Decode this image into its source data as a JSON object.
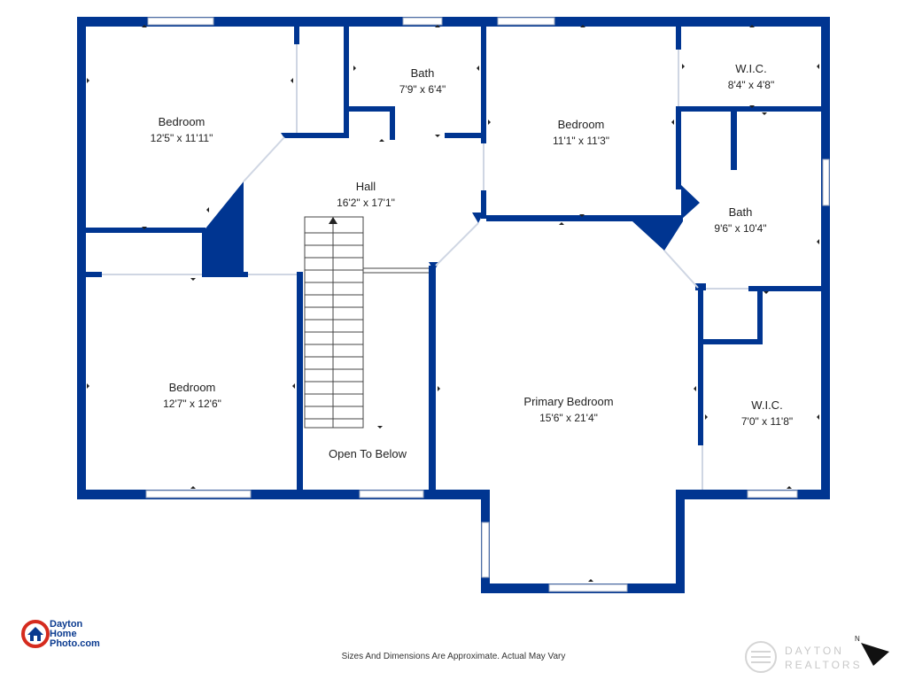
{
  "colors": {
    "wall": "#003591",
    "window": "#cfd6e3",
    "text": "#222222",
    "bg": "#ffffff"
  },
  "rooms": {
    "bedroom_nw": {
      "name": "Bedroom",
      "dims": "12'5\" x 11'11\""
    },
    "bath_top": {
      "name": "Bath",
      "dims": "7'9\" x 6'4\""
    },
    "bedroom_ne": {
      "name": "Bedroom",
      "dims": "11'1\" x 11'3\""
    },
    "wic_ne": {
      "name": "W.I.C.",
      "dims": "8'4\" x 4'8\""
    },
    "hall": {
      "name": "Hall",
      "dims": "16'2\" x 17'1\""
    },
    "bath_right": {
      "name": "Bath",
      "dims": "9'6\" x 10'4\""
    },
    "bedroom_sw": {
      "name": "Bedroom",
      "dims": "12'7\" x 12'6\""
    },
    "primary_bedroom": {
      "name": "Primary Bedroom",
      "dims": "15'6\" x 21'4\""
    },
    "wic_se": {
      "name": "W.I.C.",
      "dims": "7'0\" x 11'8\""
    },
    "open_below": {
      "name": "Open To Below"
    }
  },
  "footnote": "Sizes And Dimensions Are Approximate. Actual May Vary",
  "logo": {
    "line1": "Dayton",
    "line2": "Home",
    "line3": "Photo.com",
    "icon": "house-icon"
  },
  "watermark": {
    "line1": "DAYTON",
    "line2": "REALTORS",
    "icon": "realtors-logo-icon"
  },
  "compass": {
    "label": "N",
    "icon": "north-arrow-icon"
  }
}
